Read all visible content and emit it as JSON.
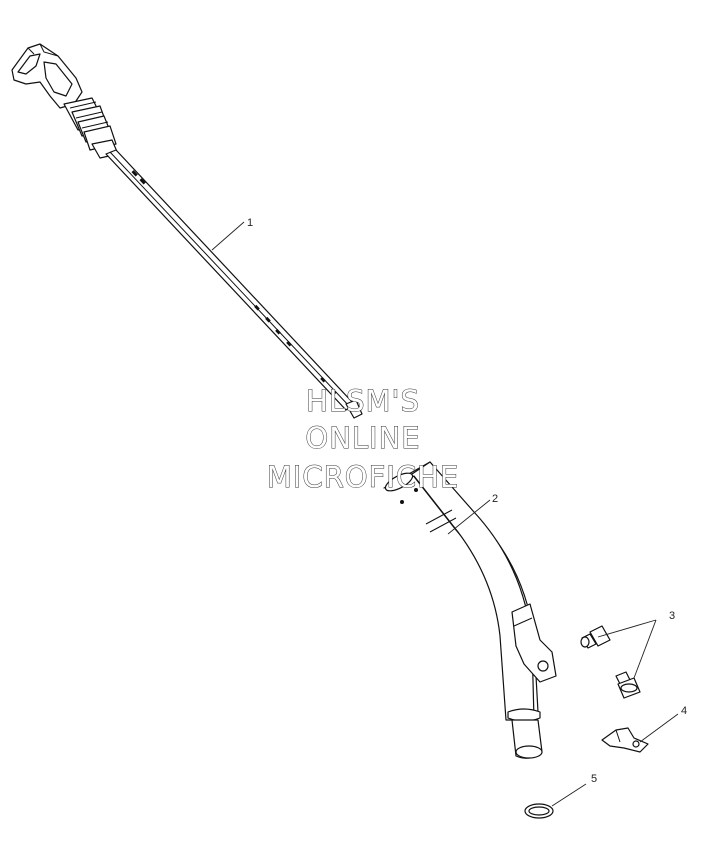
{
  "callouts": [
    {
      "id": "1",
      "label": "1"
    },
    {
      "id": "2",
      "label": "2"
    },
    {
      "id": "3",
      "label": "3"
    },
    {
      "id": "4",
      "label": "4"
    },
    {
      "id": "5",
      "label": "5"
    }
  ],
  "watermark": {
    "line1": "HLSM'S",
    "line2": "ONLINE",
    "line3": "MICROFICHE"
  }
}
